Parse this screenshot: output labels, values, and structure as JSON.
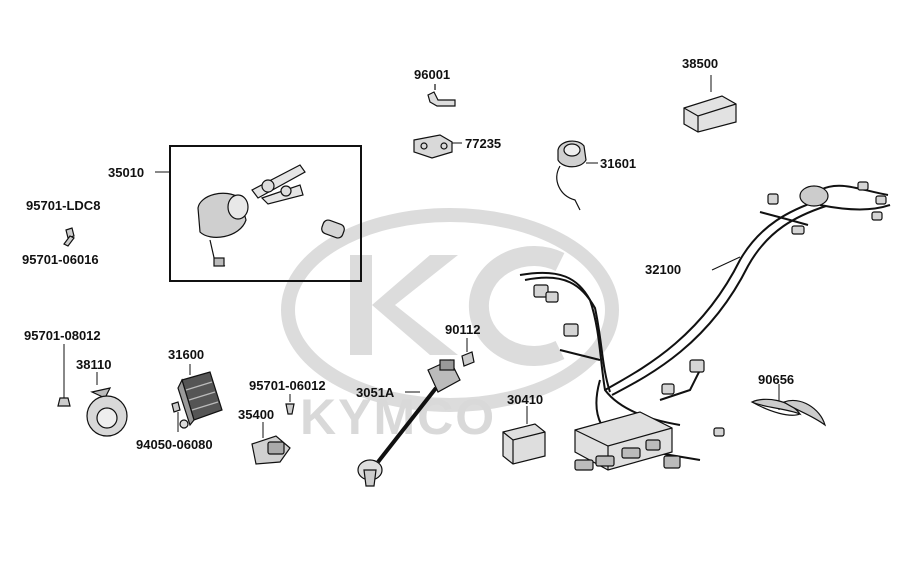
{
  "watermark": {
    "brand": "KYMCO"
  },
  "labels": {
    "p96001": "96001",
    "p77235": "77235",
    "p38500": "38500",
    "p35010": "35010",
    "p31601": "31601",
    "p95701_ldc8": "95701-LDC8",
    "p95701_06016": "95701-06016",
    "p32100": "32100",
    "p95701_08012": "95701-08012",
    "p38110": "38110",
    "p31600": "31600",
    "p90112": "90112",
    "p95701_06012": "95701-06012",
    "p3051a": "3051A",
    "p30410": "30410",
    "p90656": "90656",
    "p35400": "35400",
    "p94050_06080": "94050-06080"
  },
  "colors": {
    "ink": "#111111",
    "watermark": "#d9d9d9",
    "part_fill": "#cfcfcf"
  }
}
